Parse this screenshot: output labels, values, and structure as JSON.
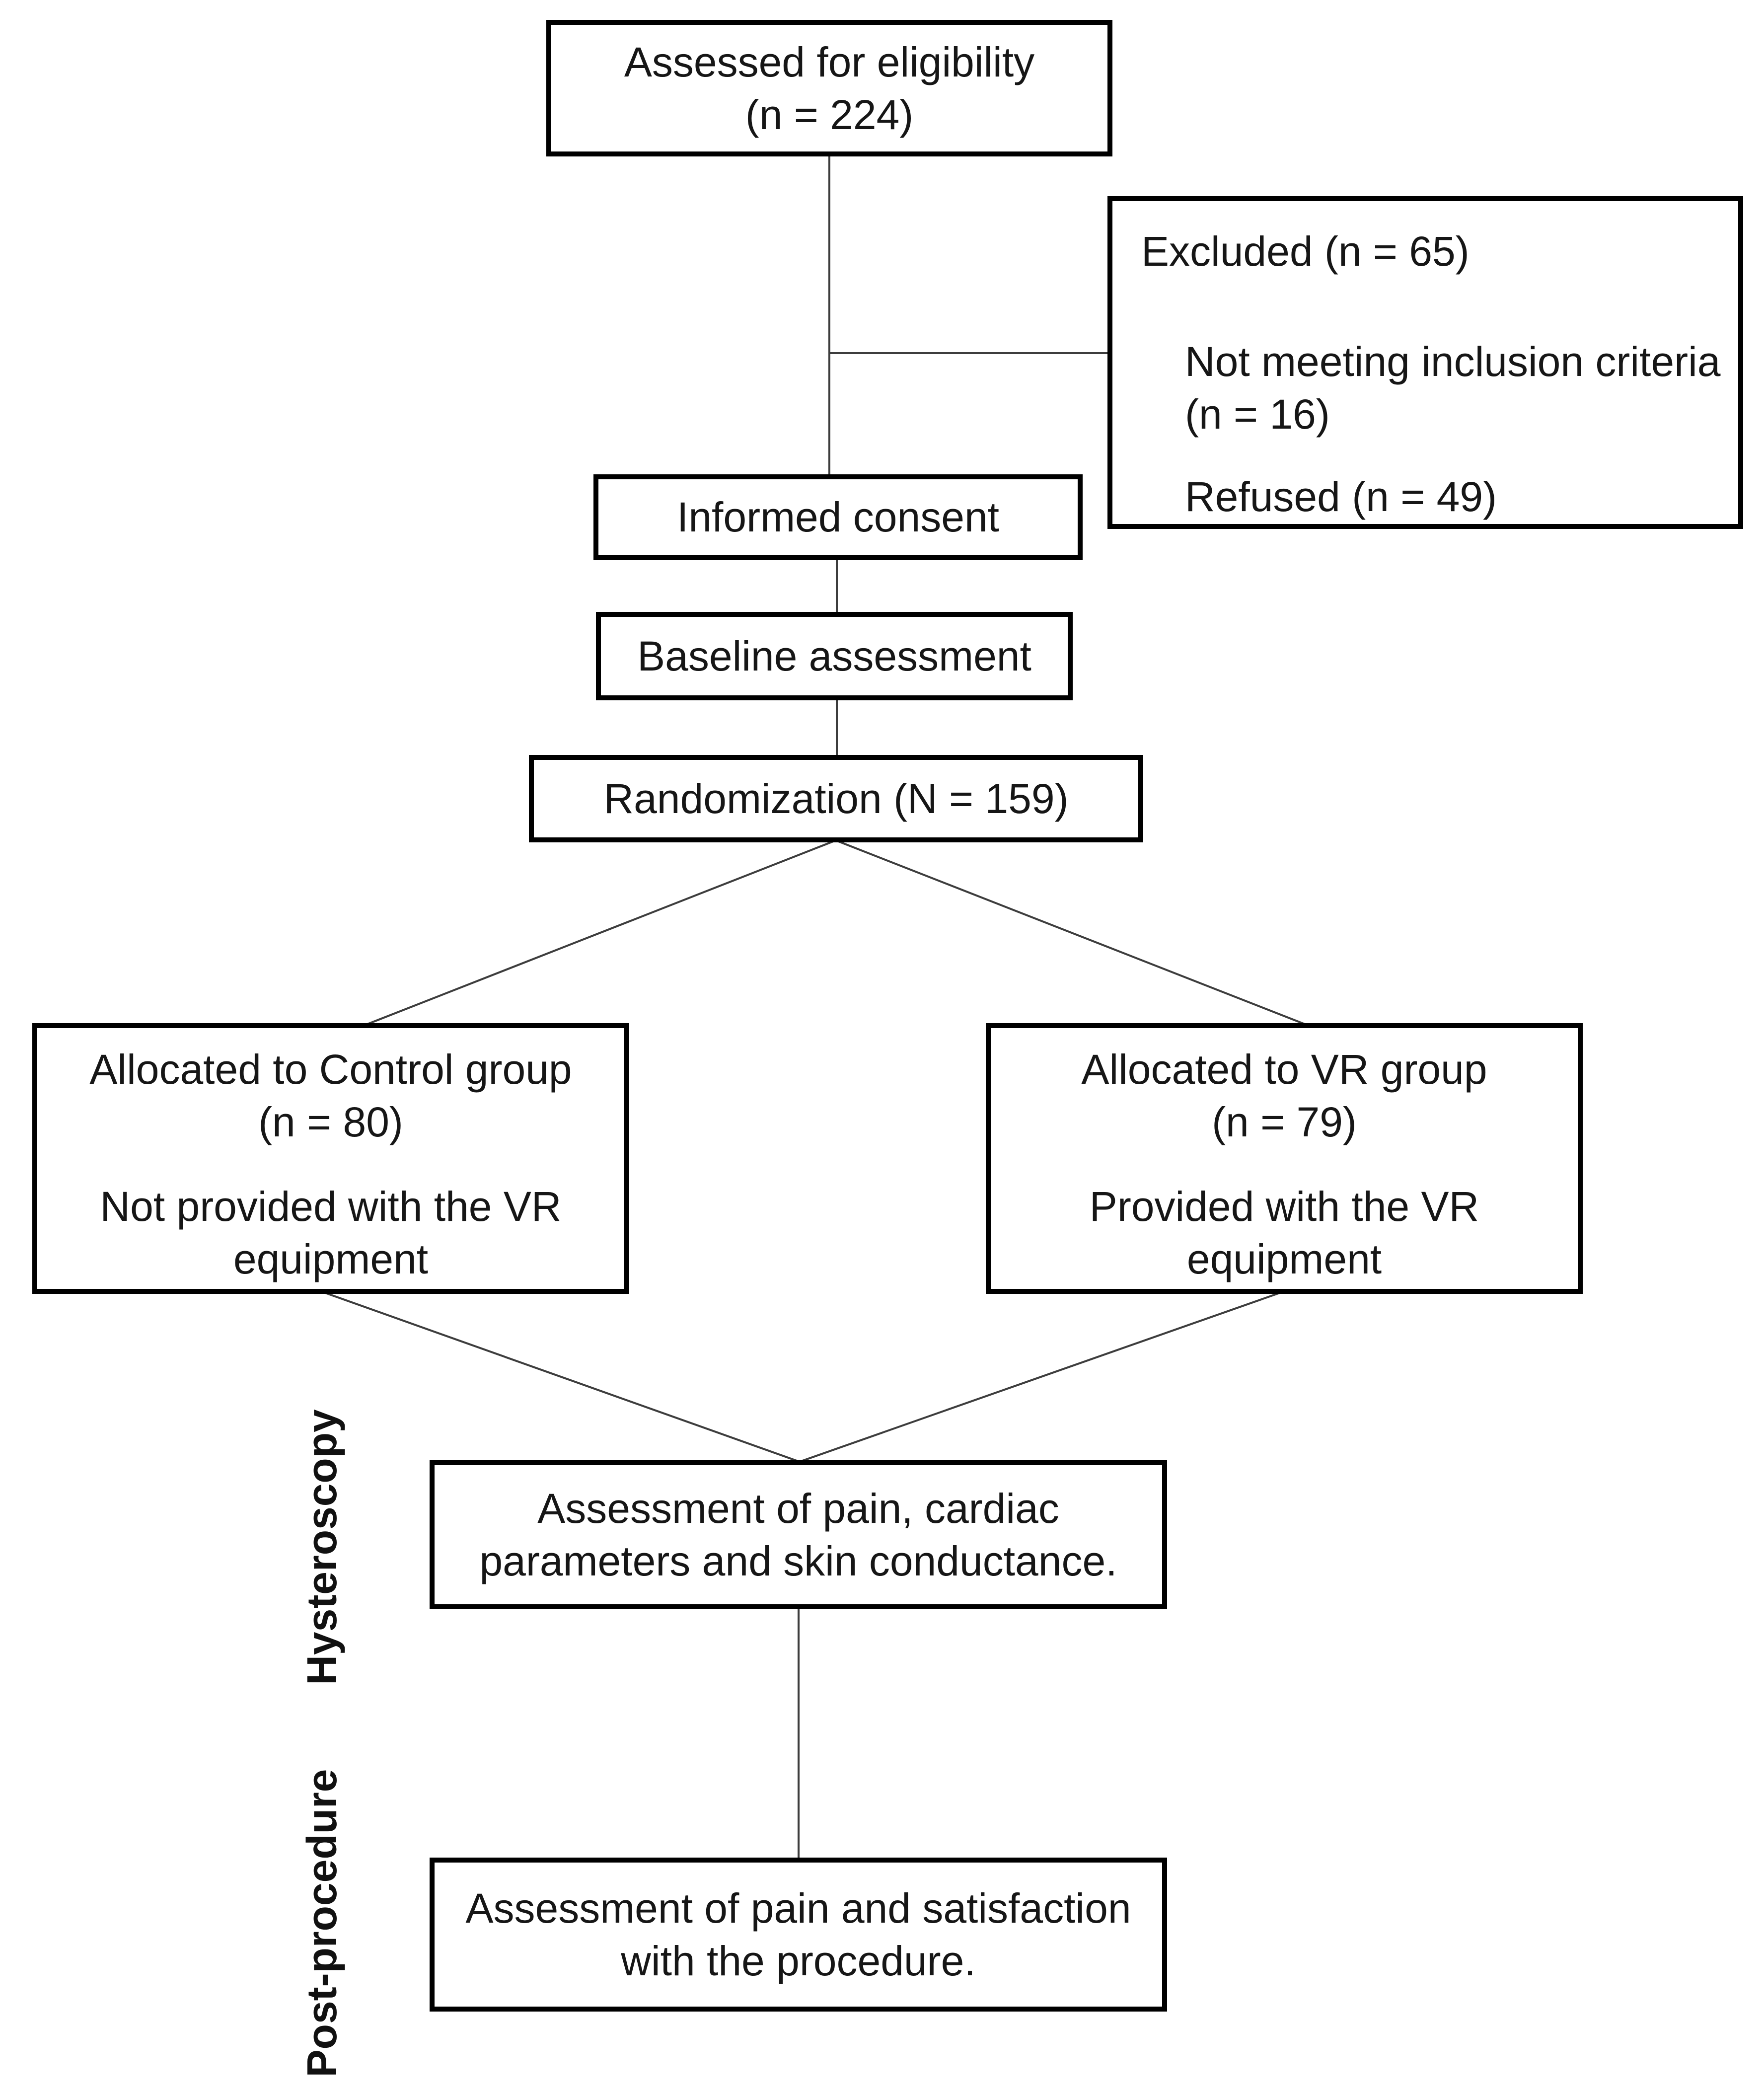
{
  "boxes": {
    "assessed": {
      "line1": "Assessed for eligibility",
      "line2": "(n = 224)"
    },
    "excluded": {
      "title": "Excluded (n = 65)",
      "reason1_line1": "Not meeting inclusion criteria",
      "reason1_line2": "(n = 16)",
      "reason2": "Refused (n = 49)"
    },
    "informed_consent": {
      "label": "Informed consent"
    },
    "baseline": {
      "label": "Baseline assessment"
    },
    "randomization": {
      "label": "Randomization (N = 159)"
    },
    "control": {
      "line1": "Allocated to Control group",
      "line2": "(n = 80)",
      "detail": "Not provided with the VR equipment"
    },
    "vr": {
      "line1": "Allocated to VR group",
      "line2": "(n = 79)",
      "detail": "Provided with the VR equipment"
    },
    "hysteroscopy_assessment": {
      "label": "Assessment of pain, cardiac parameters and skin conductance."
    },
    "post_assessment": {
      "label": "Assessment of pain and satisfaction with the procedure."
    }
  },
  "side_labels": {
    "hysteroscopy": "Hysteroscopy",
    "post_procedure": "Post-procedure"
  },
  "colors": {
    "background": "#ffffff",
    "box_border": "#000000",
    "text": "#161616",
    "connector": "#3d3d3d"
  }
}
